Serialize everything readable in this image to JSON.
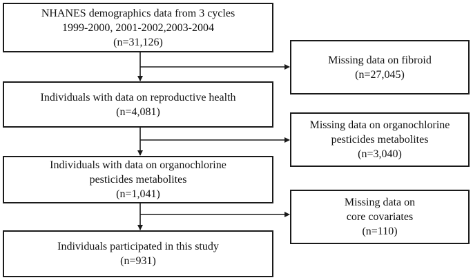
{
  "main_boxes": [
    {
      "lines": [
        "NHANES demographics data from 3 cycles",
        "1999-2000, 2001-2002,2003-2004",
        "(n=31,126)"
      ]
    },
    {
      "lines": [
        "Individuals with data on reproductive health",
        "(n=4,081)"
      ]
    },
    {
      "lines": [
        "Individuals with data on organochlorine",
        "pesticides  metabolites",
        "(n=1,041)"
      ]
    },
    {
      "lines": [
        "Individuals participated in this study",
        "(n=931)"
      ]
    }
  ],
  "exclusion_boxes": [
    {
      "lines": [
        "Missing data on fibroid",
        "(n=27,045)"
      ]
    },
    {
      "lines": [
        "Missing data on organochlorine",
        "pesticides metabolites",
        "(n=3,040)"
      ]
    },
    {
      "lines": [
        "Missing data on",
        "core covariates",
        "(n=110)"
      ]
    }
  ]
}
